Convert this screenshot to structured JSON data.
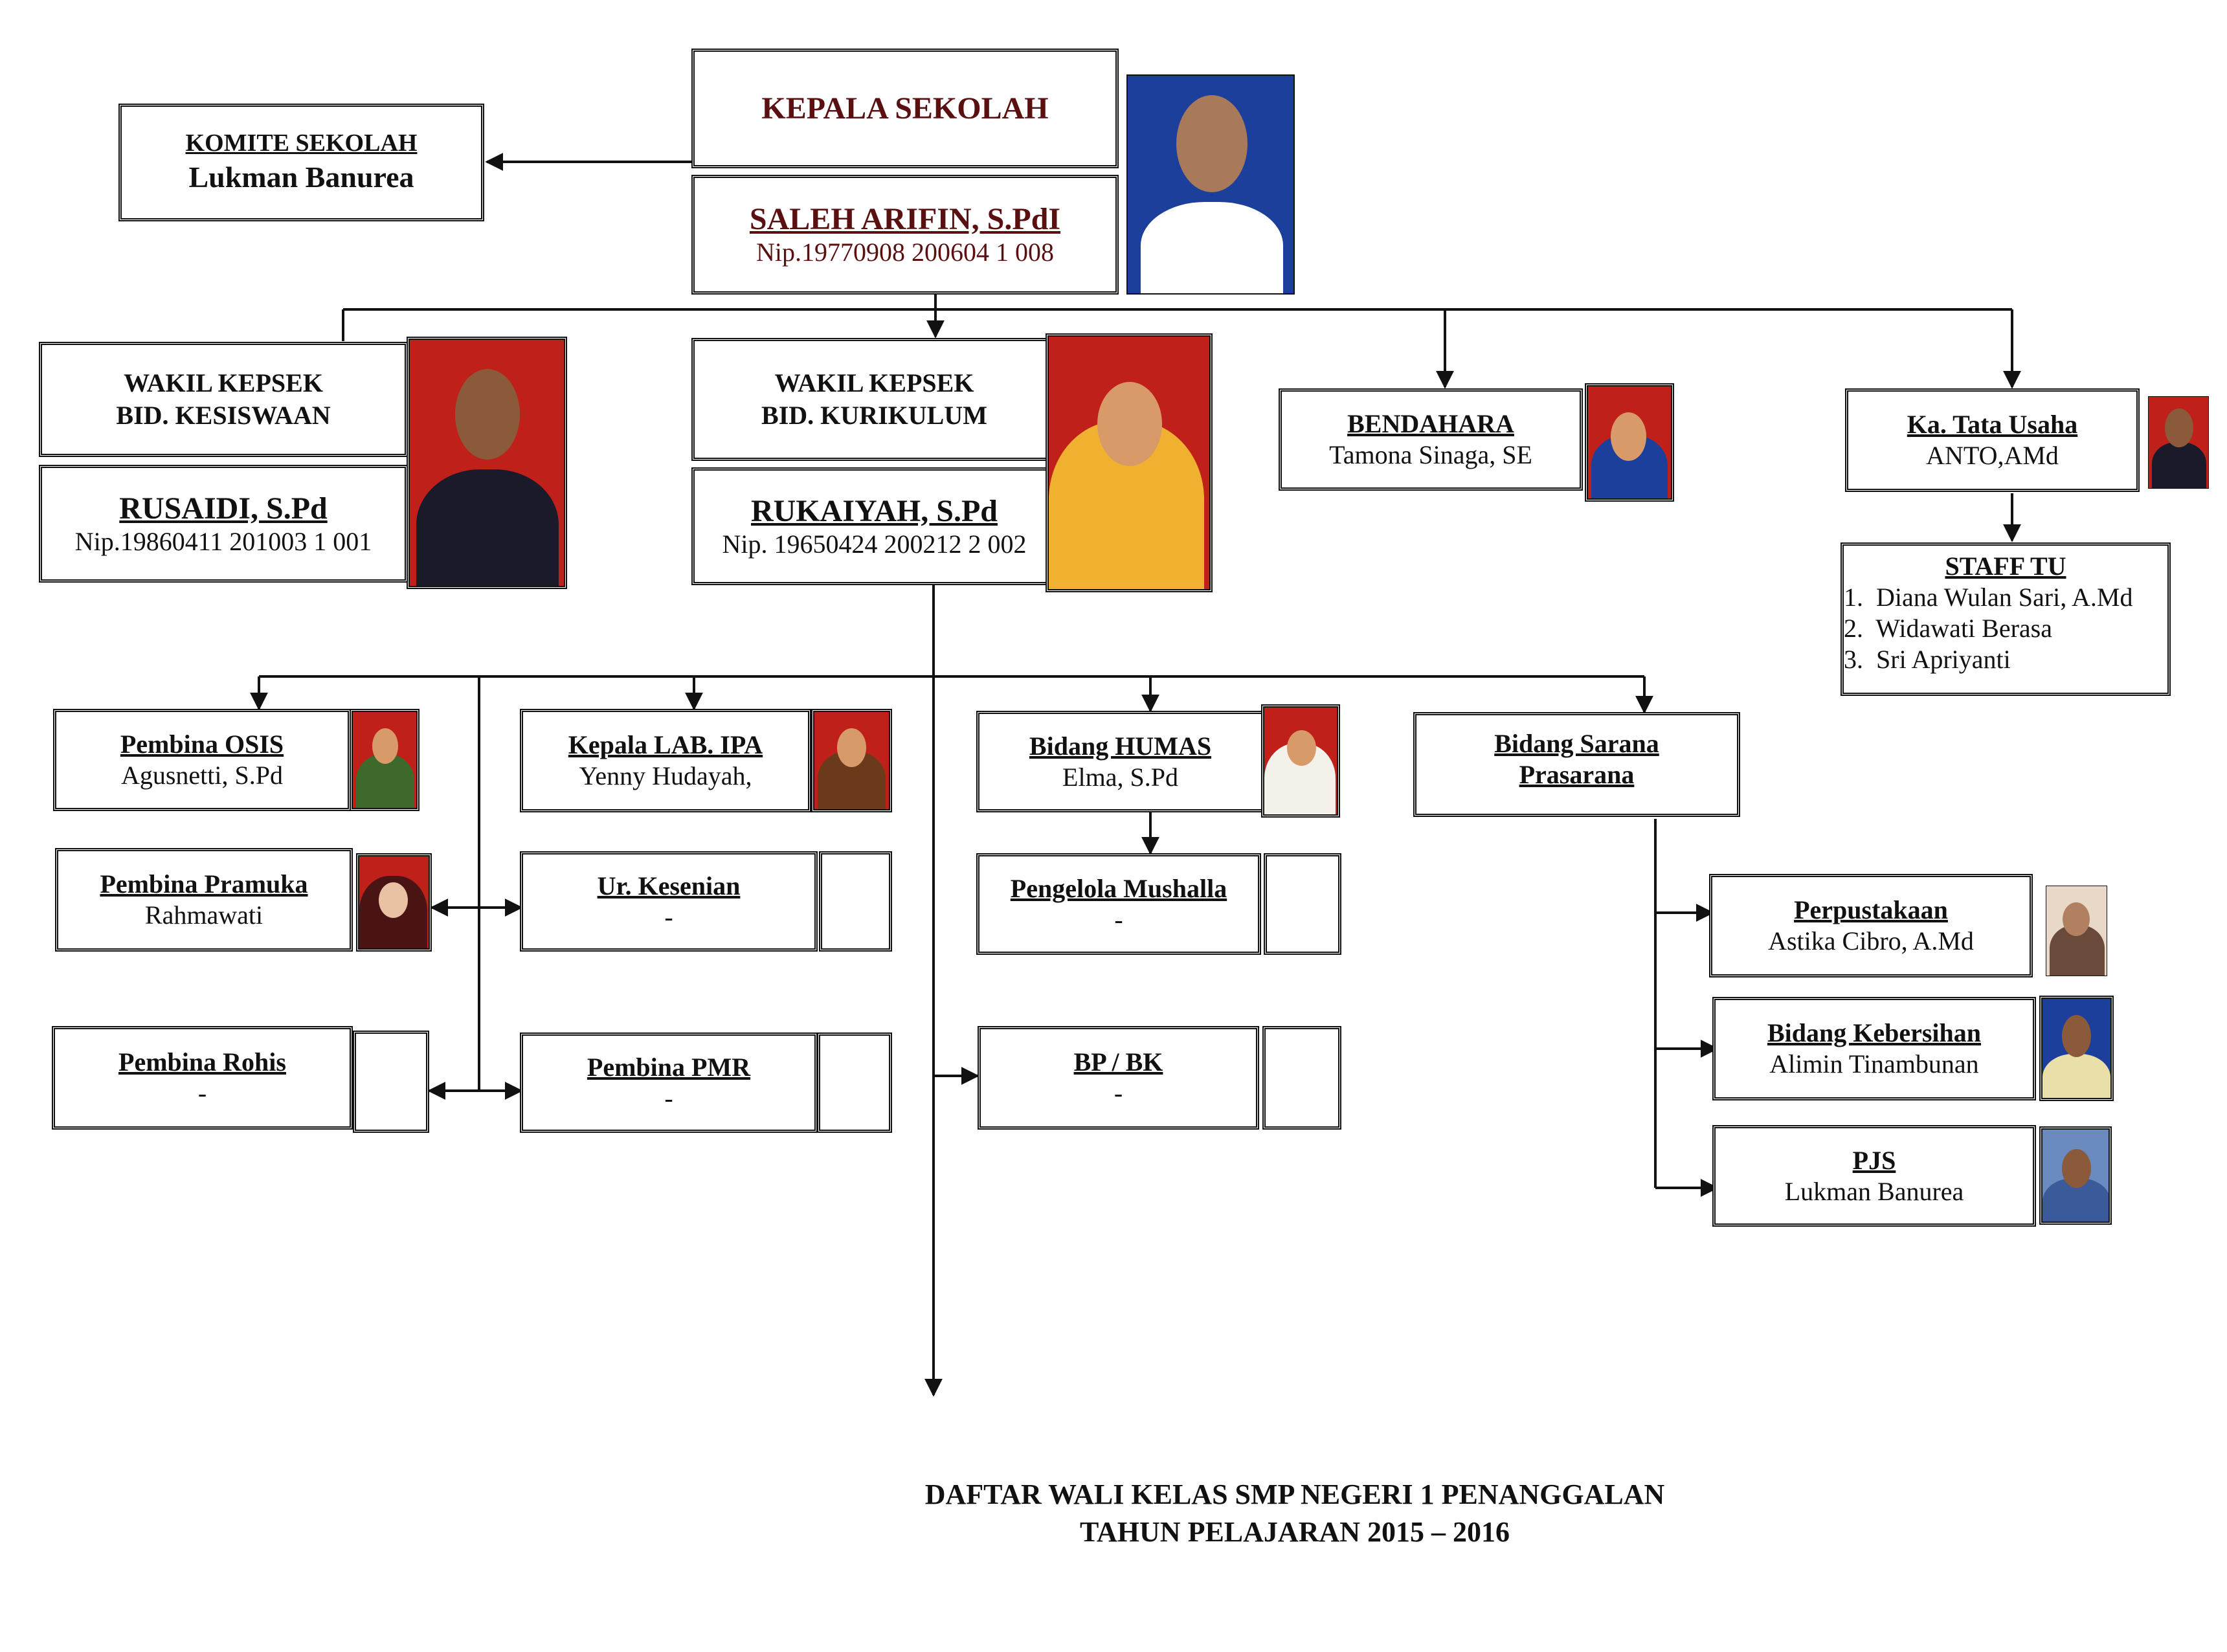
{
  "kepala": {
    "title": "KEPALA SEKOLAH",
    "name": "SALEH ARIFIN, S.PdI",
    "nip": "Nip.19770908 200604 1 008"
  },
  "komite": {
    "title": "KOMITE SEKOLAH",
    "name": "Lukman Banurea"
  },
  "wakil_kesiswaan": {
    "line1": "WAKIL KEPSEK",
    "line2": "BID. KESISWAAN",
    "name": "RUSAIDI, S.Pd",
    "nip": "Nip.19860411 201003 1 001"
  },
  "wakil_kurikulum": {
    "line1": "WAKIL KEPSEK",
    "line2": "BID. KURIKULUM",
    "name": "RUKAIYAH, S.Pd",
    "nip": "Nip. 19650424 200212 2 002"
  },
  "bendahara": {
    "title": "BENDAHARA",
    "name": "Tamona Sinaga, SE"
  },
  "tata_usaha": {
    "title": "Ka. Tata Usaha",
    "name": "ANTO,AMd"
  },
  "staff_tu": {
    "title": "STAFF TU",
    "items": [
      "1.  Diana Wulan Sari, A.Md",
      "2.  Widawati Berasa",
      "3.  Sri Apriyanti"
    ]
  },
  "units": {
    "osis": {
      "title": "Pembina OSIS",
      "name": "Agusnetti, S.Pd"
    },
    "lab_ipa": {
      "title": "Kepala LAB. IPA",
      "name": "Yenny Hudayah,"
    },
    "humas": {
      "title": "Bidang HUMAS",
      "name": "Elma, S.Pd"
    },
    "sarana": {
      "title": "Bidang Sarana",
      "title2": "Prasarana"
    },
    "pramuka": {
      "title": "Pembina Pramuka",
      "name": "Rahmawati"
    },
    "kesenian": {
      "title": "Ur. Kesenian",
      "name": "-"
    },
    "mushalla": {
      "title": "Pengelola Mushalla",
      "name": "-"
    },
    "rohis": {
      "title": "Pembina Rohis",
      "name": "-"
    },
    "pmr": {
      "title": "Pembina PMR",
      "name": "-"
    },
    "bpbk": {
      "title": "BP / BK",
      "name": "-"
    },
    "perpustakaan": {
      "title": "Perpustakaan",
      "name": "Astika Cibro, A.Md"
    },
    "kebersihan": {
      "title": "Bidang Kebersihan",
      "name": "Alimin Tinambunan"
    },
    "pjs": {
      "title": "PJS",
      "name": "Lukman Banurea"
    }
  },
  "footer": {
    "line1": "DAFTAR WALI KELAS SMP NEGERI 1 PENANGGALAN",
    "line2": "TAHUN PELAJARAN 2015 – 2016"
  },
  "colors": {
    "title_dark_red": "#5a1010",
    "photo_red": "#c0201a",
    "photo_blue": "#1d3f9c",
    "photo_white": "#ffffff",
    "line": "#111111"
  }
}
